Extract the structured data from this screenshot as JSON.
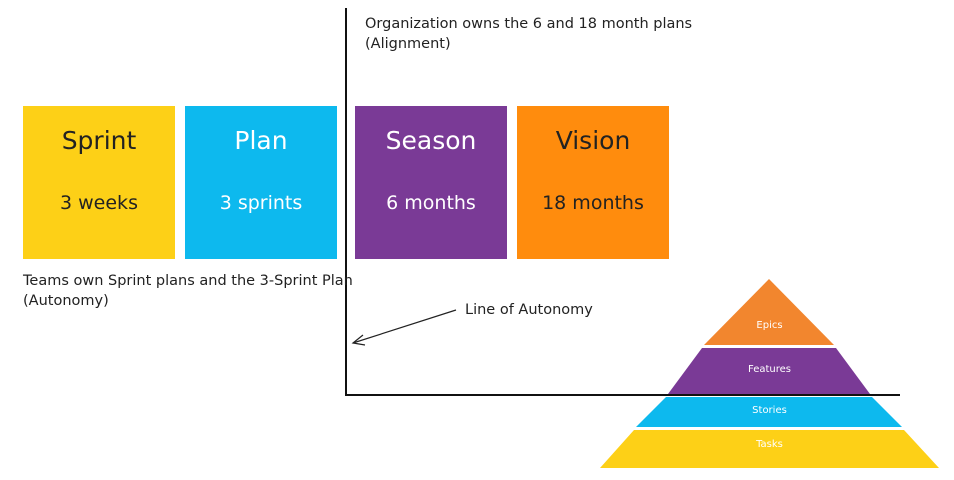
{
  "org_note": {
    "line1": "Organization owns the 6 and 18 month plans",
    "line2": "(Alignment)"
  },
  "team_note": {
    "line1": "Teams own Sprint plans and the 3-Sprint Plan",
    "line2": "(Autonomy)"
  },
  "autonomy_label": "Line of Autonomy",
  "cards": [
    {
      "title": "Sprint",
      "duration": "3 weeks",
      "color": "#FDD017",
      "text_color": "#222222"
    },
    {
      "title": "Plan",
      "duration": "3 sprints",
      "color": "#0DB9EE",
      "text_color": "#FFFFFF"
    },
    {
      "title": "Season",
      "duration": "6 months",
      "color": "#7A3A96",
      "text_color": "#FFFFFF"
    },
    {
      "title": "Vision",
      "duration": "18 months",
      "color": "#FF8C0D",
      "text_color": "#222222"
    }
  ],
  "pyramid": [
    {
      "label": "Epics",
      "color": "#F2862E"
    },
    {
      "label": "Features",
      "color": "#7A3A96"
    },
    {
      "label": "Stories",
      "color": "#0DB9EE"
    },
    {
      "label": "Tasks",
      "color": "#FDD017"
    }
  ]
}
